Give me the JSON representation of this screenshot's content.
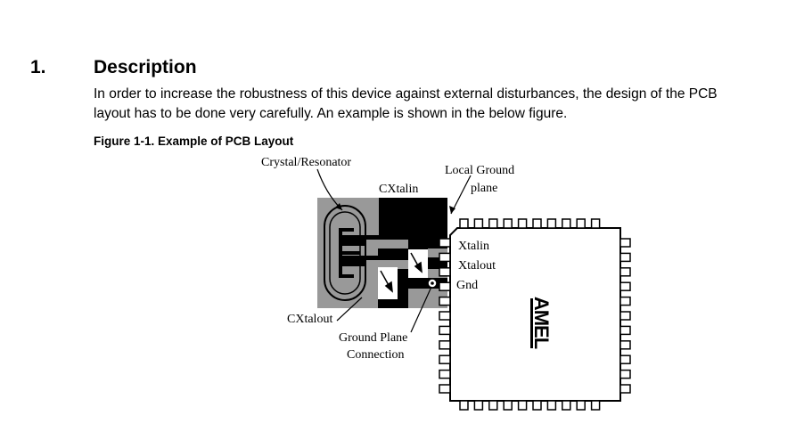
{
  "section": {
    "number": "1.",
    "title": "Description",
    "body_lines": [
      "In order to increase the robustness of this device against external disturbances, the design of the PCB",
      "layout has to be done very carefully. An example is shown in the below figure."
    ]
  },
  "figure": {
    "caption": "Figure 1-1.  Example of PCB Layout",
    "labels": {
      "crystal": "Crystal/Resonator",
      "cxtalin": "CXtalin",
      "local_ground_line1": "Local Ground",
      "local_ground_line2": "plane",
      "xtalin": "Xtalin",
      "xtalout": "Xtalout",
      "gnd": "Gnd",
      "cxtalout": "CXtalout",
      "ground_plane_line1": "Ground Plane",
      "ground_plane_line2": "Connection"
    },
    "logo_text": "AMEL",
    "colors": {
      "board": "#999999",
      "copper": "#000000",
      "pad": "#ffffff"
    }
  }
}
